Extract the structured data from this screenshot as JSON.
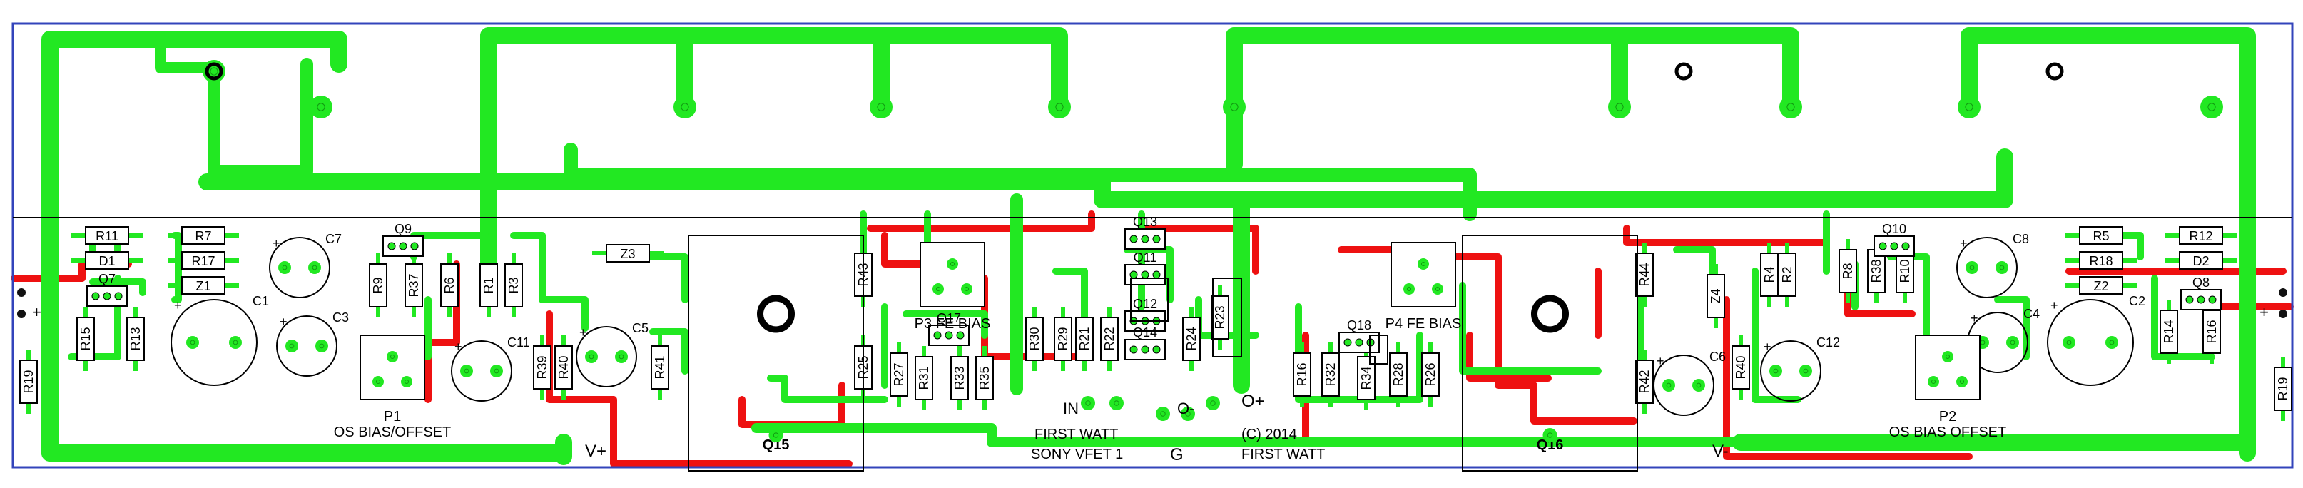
{
  "colors": {
    "background": "#ffffff",
    "board_outline": "#3344bb",
    "top_trace": "#22e822",
    "bottom_trace": "#ee1111",
    "outline": "#000000",
    "pad_hole": "#000000"
  },
  "resistors": [
    {
      "label": "R11"
    },
    {
      "label": "D1"
    },
    {
      "label": "R7"
    },
    {
      "label": "R17"
    },
    {
      "label": "Z1"
    },
    {
      "label": "R15"
    },
    {
      "label": "R13"
    },
    {
      "label": "R9"
    },
    {
      "label": "R37"
    },
    {
      "label": "R6"
    },
    {
      "label": "R1"
    },
    {
      "label": "R3"
    },
    {
      "label": "Z3"
    },
    {
      "label": "R19"
    },
    {
      "label": "R39"
    },
    {
      "label": "R40"
    },
    {
      "label": "R41"
    },
    {
      "label": "R43"
    },
    {
      "label": "R25"
    },
    {
      "label": "R27"
    },
    {
      "label": "R31"
    },
    {
      "label": "R33"
    },
    {
      "label": "R35"
    },
    {
      "label": "R30"
    },
    {
      "label": "R29"
    },
    {
      "label": "R21"
    },
    {
      "label": "R22"
    },
    {
      "label": "R23"
    },
    {
      "label": "R24"
    },
    {
      "label": "R16"
    },
    {
      "label": "R32"
    },
    {
      "label": "R34"
    },
    {
      "label": "R28"
    },
    {
      "label": "R26"
    },
    {
      "label": "R44"
    },
    {
      "label": "R42"
    },
    {
      "label": "R40"
    },
    {
      "label": "Z4"
    },
    {
      "label": "R4"
    },
    {
      "label": "R2"
    },
    {
      "label": "R8"
    },
    {
      "label": "R38"
    },
    {
      "label": "R10"
    },
    {
      "label": "R5"
    },
    {
      "label": "R18"
    },
    {
      "label": "Z2"
    },
    {
      "label": "R12"
    },
    {
      "label": "D2"
    },
    {
      "label": "R14"
    },
    {
      "label": "R16"
    },
    {
      "label": "R19"
    }
  ],
  "capacitors": [
    {
      "label": "C7",
      "polarity": "+"
    },
    {
      "label": "C1",
      "polarity": "+"
    },
    {
      "label": "C3",
      "polarity": "+"
    },
    {
      "label": "C11",
      "polarity": "+"
    },
    {
      "label": "C5",
      "polarity": "+"
    },
    {
      "label": "C6",
      "polarity": "+"
    },
    {
      "label": "C12",
      "polarity": "+"
    },
    {
      "label": "C8",
      "polarity": "+"
    },
    {
      "label": "C4",
      "polarity": "+"
    },
    {
      "label": "C2",
      "polarity": "+"
    }
  ],
  "transistors": [
    {
      "label": "Q7"
    },
    {
      "label": "Q9"
    },
    {
      "label": "Q13"
    },
    {
      "label": "Q11"
    },
    {
      "label": "Q17"
    },
    {
      "label": "Q12"
    },
    {
      "label": "Q14"
    },
    {
      "label": "Q18"
    },
    {
      "label": "Q10"
    },
    {
      "label": "Q8"
    }
  ],
  "trimpots": [
    {
      "label": "P1",
      "caption": "OS BIAS/OFFSET"
    },
    {
      "label": "P3",
      "caption": "P3 FE BIAS"
    },
    {
      "label": "P4",
      "caption": "P4 FE BIAS"
    },
    {
      "label": "P2",
      "caption": "OS BIAS OFFSET"
    }
  ],
  "mosfets": [
    {
      "label": "Q15"
    },
    {
      "label": "Q16"
    }
  ],
  "texts": [
    {
      "text": "V+"
    },
    {
      "text": "V-"
    },
    {
      "text": "IN"
    },
    {
      "text": "O-"
    },
    {
      "text": "O+"
    },
    {
      "text": "G"
    },
    {
      "text": "FIRST WATT"
    },
    {
      "text": "SONY VFET 1"
    },
    {
      "text": "(C) 2014"
    },
    {
      "text": "FIRST WATT"
    },
    {
      "text": "+"
    },
    {
      "text": "+"
    }
  ]
}
